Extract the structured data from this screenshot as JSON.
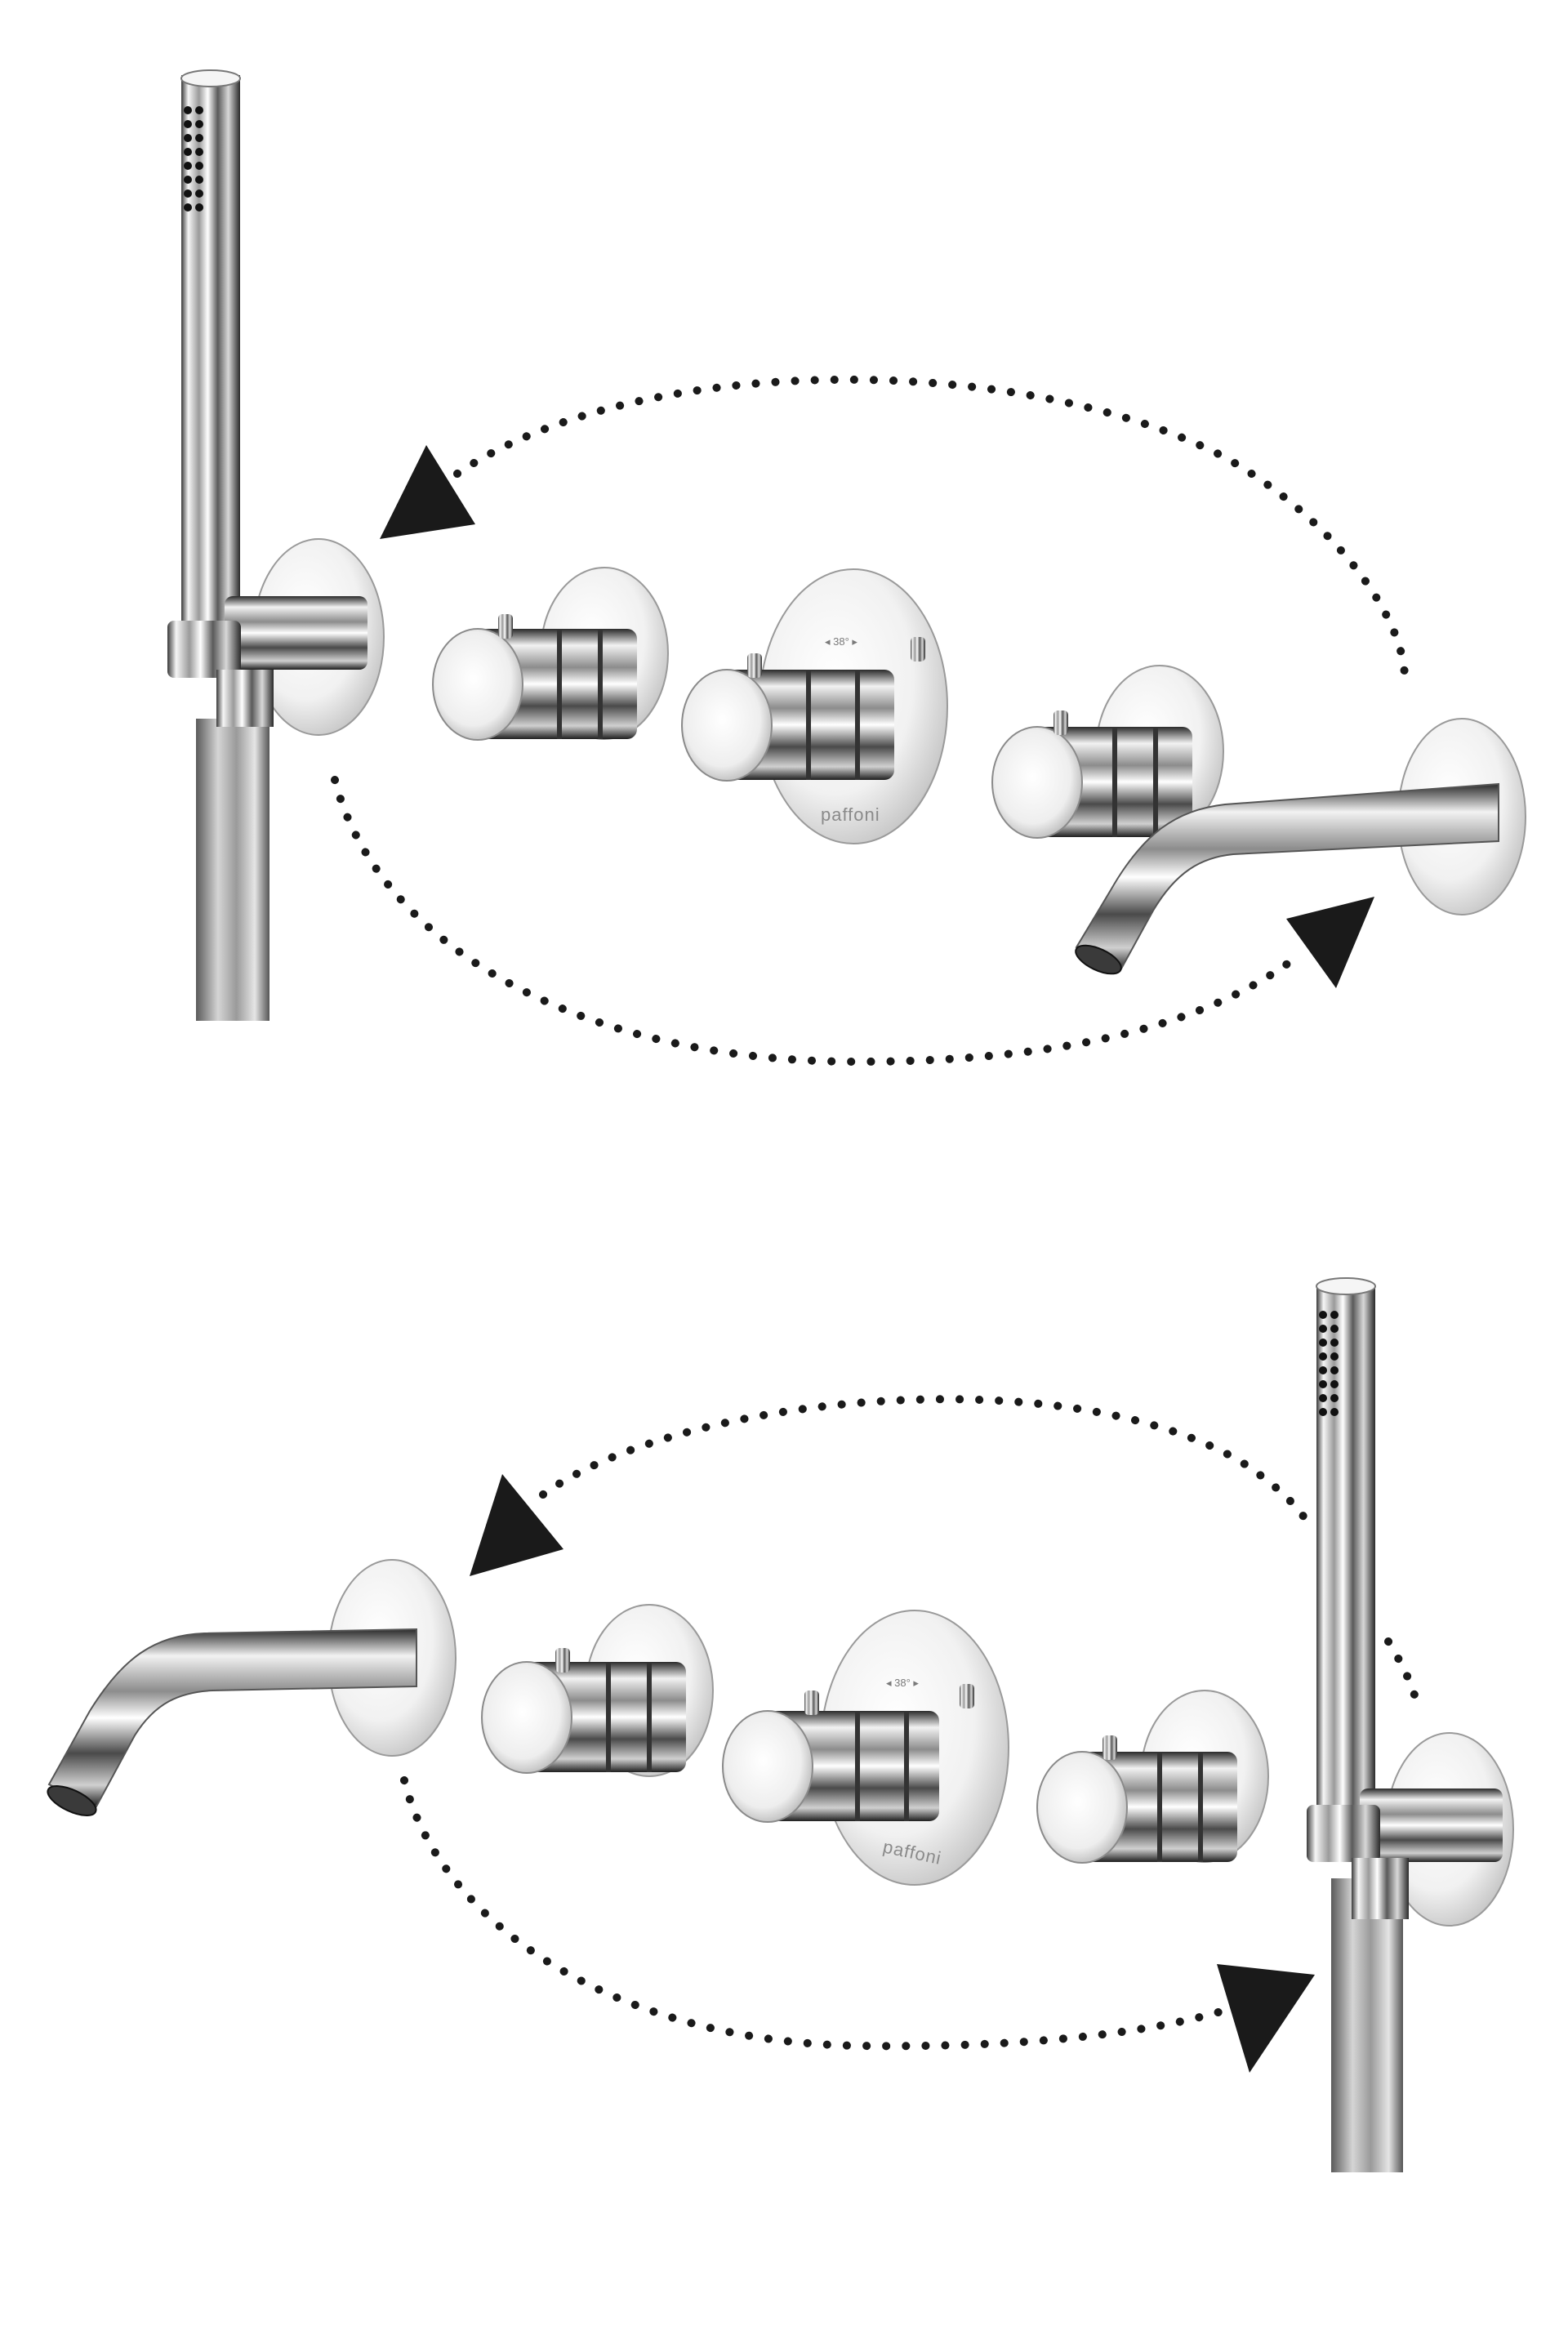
{
  "colors": {
    "background": "#ffffff",
    "chrome_light": "#f4f4f4",
    "chrome_mid": "#a9a9a9",
    "chrome_dark": "#1e1e1e",
    "dots": "#1a1a1a",
    "arrow": "#1a1a1a"
  },
  "configurations": [
    {
      "id": "top",
      "components": [
        "hand-shower",
        "diverter-control",
        "thermostatic-control",
        "diverter-control",
        "bath-spout"
      ],
      "rotation": "counterclockwise",
      "brand_label": "paffoni",
      "scale_label": "◂ 38° ▸"
    },
    {
      "id": "bottom",
      "components": [
        "bath-spout",
        "diverter-control",
        "thermostatic-control",
        "diverter-control",
        "hand-shower"
      ],
      "rotation": "counterclockwise",
      "brand_label": "paffoni",
      "scale_label": "◂ 38° ▸"
    }
  ],
  "icons": [
    "arrow-triangle-icon",
    "dotted-path-icon"
  ]
}
